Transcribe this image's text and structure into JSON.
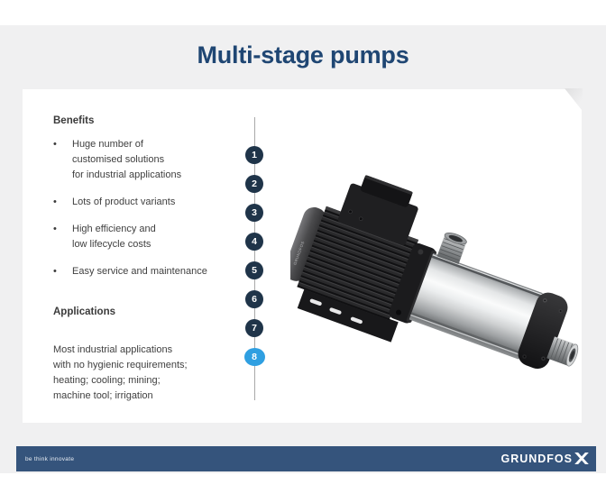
{
  "slide": {
    "title": "Multi-stage pumps",
    "benefits": {
      "heading": "Benefits",
      "bullet_char": "•",
      "items": [
        {
          "lines": [
            "Huge number of",
            "customised solutions",
            "for industrial applications"
          ]
        },
        {
          "lines": [
            "Lots of product variants"
          ]
        },
        {
          "lines": [
            "High efficiency and",
            "low lifecycle costs"
          ]
        },
        {
          "lines": [
            "Easy service and maintenance"
          ]
        }
      ]
    },
    "applications": {
      "heading": "Applications",
      "lines": [
        "Most industrial applications",
        "with no hygienic requirements;",
        "heating; cooling; mining;",
        "machine tool; irrigation"
      ]
    },
    "timeline": {
      "steps": [
        "1",
        "2",
        "3",
        "4",
        "5",
        "6",
        "7",
        "8"
      ],
      "active_step": "8"
    },
    "product_image": {
      "alt": "Grundfos horizontal multi-stage pump photo",
      "label_on_motor": "GRUNDFOS"
    }
  },
  "footer": {
    "tagline": "be think innovate",
    "brand": "GRUNDFOS"
  },
  "colors": {
    "title": "#1f4673",
    "step_inactive": "#1f3449",
    "step_active": "#2f9fe1",
    "footer_bar": "#35547c",
    "slide_background": "#f0f0f1",
    "panel_background": "#ffffff",
    "body_text": "#404040",
    "timeline_line": "#a9a9a9"
  }
}
